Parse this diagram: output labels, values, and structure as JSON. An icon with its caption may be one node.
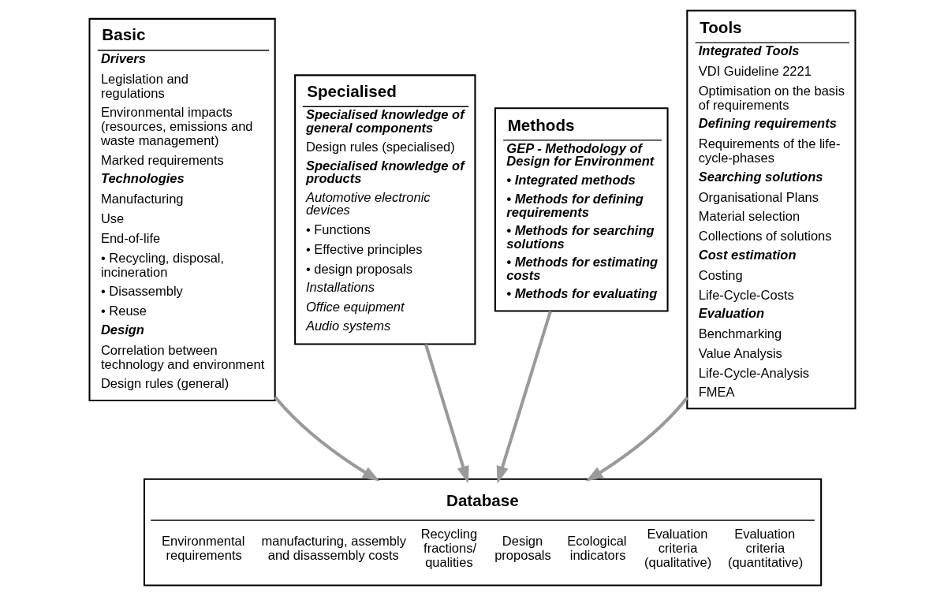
{
  "diagram": {
    "nodes": [
      {
        "text": [
          "Basic",
          "Drivers",
          "Legislation and regulations",
          "Environmental impacts (resources, emissions and waste management)",
          "Marked requirements",
          "Technologies",
          "Manufacturing",
          "Use",
          "End-of-life",
          "• Recycling, disposal, incineration",
          "• Disassembly",
          "• Reuse",
          "Design",
          "Correlation between technology and environment",
          "Design rules (general)"
        ]
      },
      {
        "text": [
          "Specialised",
          "Specialised knowledge of general components",
          "Design rules (specialised)",
          "Specialised knowledge of products",
          "Automotive electronic devices",
          "• Functions",
          "• Effective principles",
          "• design proposals",
          "Installations",
          "Office equipment",
          "Audio systems"
        ]
      },
      {
        "text": [
          "Methods",
          "GEP - Methodology of Design for Environment",
          "• Integrated methods",
          "• Methods for defining requirements",
          "• Methods for searching solutions",
          "• Methods for estimating costs",
          "• Methods for evaluating"
        ]
      },
      {
        "text": [
          "Tools",
          "Integrated Tools",
          "VDI Guideline 2221",
          "Optimisation on the basis of requirements",
          "Defining requirements",
          "Requirements of the life-cycle-phases",
          "Searching solutions",
          "Organisational Plans",
          "Material selection",
          "Collections of solutions",
          "Cost estimation",
          "Costing",
          "Life-Cycle-Costs",
          "Evaluation",
          "Benchmarking",
          "Value Analysis",
          "Life-Cycle-Analysis",
          "FMEA"
        ]
      },
      {
        "text": [
          "Database",
          "Environmental requirements",
          "manufacturing, assembly and disassembly costs",
          "Recycling fractions/ qualities",
          "Design proposals",
          "Ecological indicators",
          "Evaluation criteria (qualitative)",
          "Evaluation criteria (quantitative)"
        ]
      }
    ],
    "edges": [
      {
        "from": 0,
        "to": 4,
        "arrow": "to"
      },
      {
        "from": 1,
        "to": 4,
        "arrow": "to"
      },
      {
        "from": 2,
        "to": 4,
        "arrow": "to"
      },
      {
        "from": 3,
        "to": 4,
        "arrow": "to"
      }
    ]
  }
}
